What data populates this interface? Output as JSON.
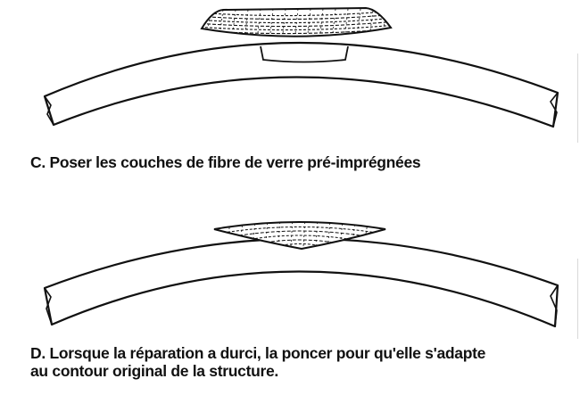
{
  "panel_c": {
    "caption": "C. Poser les couches de fibre de verre pré-imprégnées"
  },
  "panel_d": {
    "caption_line1": "D. Lorsque la réparation a durci, la poncer pour qu'elle s'adapte",
    "caption_line2": "au contour original de la structure."
  },
  "colors": {
    "ink": "#111111",
    "background": "#ffffff"
  }
}
